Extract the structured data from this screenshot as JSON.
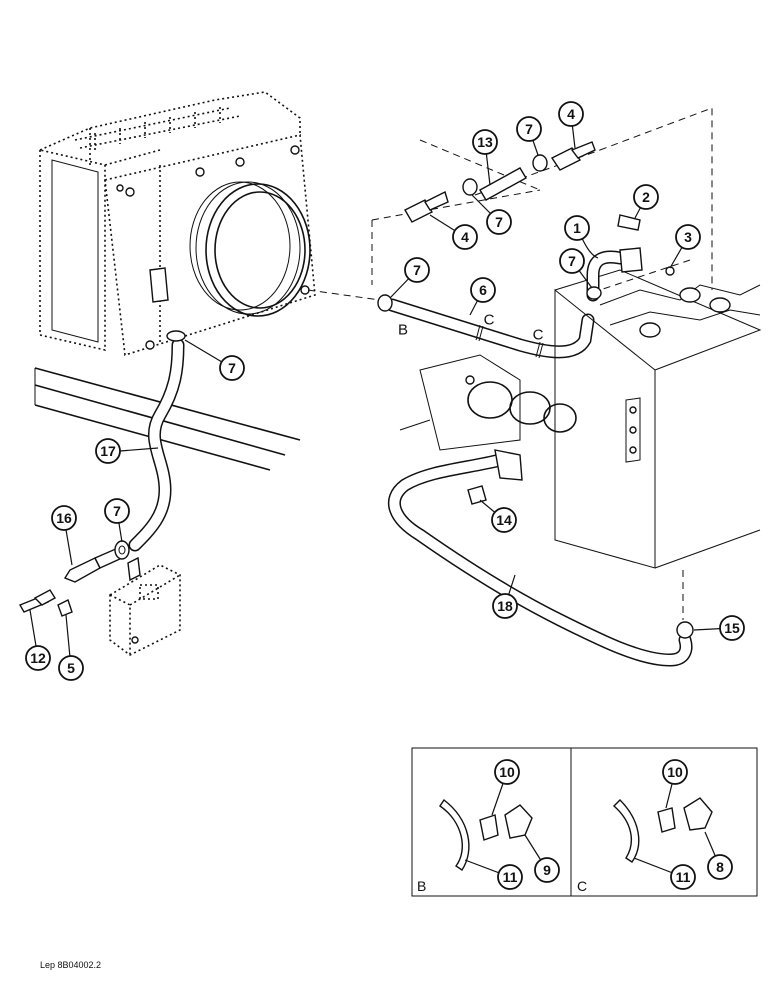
{
  "callouts": {
    "c1": "1",
    "c2": "2",
    "c3": "3",
    "c4a": "4",
    "c4b": "4",
    "c5": "5",
    "c6": "6",
    "c7a": "7",
    "c7b": "7",
    "c7c": "7",
    "c7d": "7",
    "c7e": "7",
    "c7f": "7",
    "c8": "8",
    "c9": "9",
    "c10a": "10",
    "c10b": "10",
    "c11a": "11",
    "c11b": "11",
    "c12": "12",
    "c13": "13",
    "c14": "14",
    "c15": "15",
    "c16": "16",
    "c17": "17",
    "c18": "18"
  },
  "hose_marks": {
    "b": "B",
    "c1": "C",
    "c2": "C"
  },
  "detail_panels": {
    "left_label": "B",
    "right_label": "C"
  },
  "reference_code": "Lep 8B04002.2"
}
